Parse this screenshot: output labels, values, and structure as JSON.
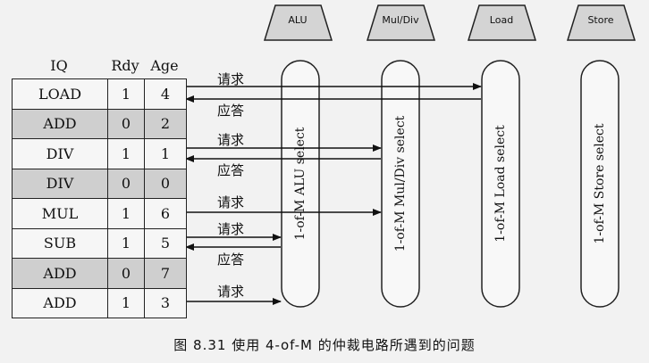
{
  "table": {
    "headers": [
      "IQ",
      "Rdy",
      "Age"
    ],
    "rows": [
      {
        "op": "LOAD",
        "rdy": "1",
        "age": "4",
        "shaded": false
      },
      {
        "op": "ADD",
        "rdy": "0",
        "age": "2",
        "shaded": true
      },
      {
        "op": "DIV",
        "rdy": "1",
        "age": "1",
        "shaded": false
      },
      {
        "op": "DIV",
        "rdy": "0",
        "age": "0",
        "shaded": true
      },
      {
        "op": "MUL",
        "rdy": "1",
        "age": "6",
        "shaded": false
      },
      {
        "op": "SUB",
        "rdy": "1",
        "age": "5",
        "shaded": false
      },
      {
        "op": "ADD",
        "rdy": "0",
        "age": "7",
        "shaded": true
      },
      {
        "op": "ADD",
        "rdy": "1",
        "age": "3",
        "shaded": false
      }
    ]
  },
  "units": [
    "ALU",
    "Mul/Div",
    "Load",
    "Store"
  ],
  "selects": [
    "1-of-M ALU select",
    "1-of-M Mul/Div select",
    "1-of-M Load select",
    "1-of-M Store select"
  ],
  "messages": {
    "request": "请求",
    "response": "应答"
  },
  "caption": "图 8.31   使用 4-of-M 的仲裁电路所遇到的问题"
}
